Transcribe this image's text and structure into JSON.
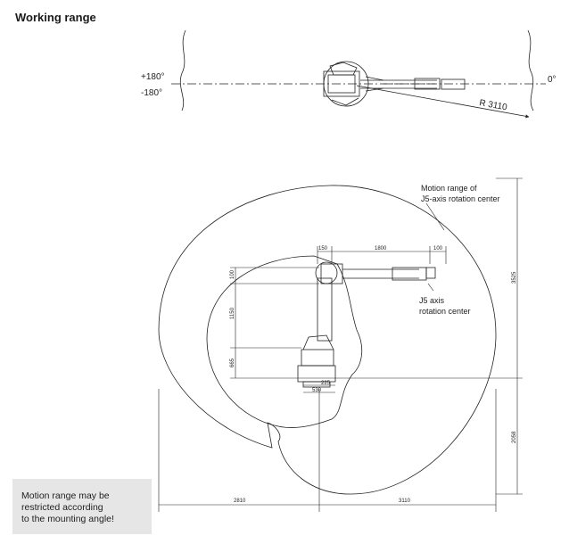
{
  "title": "Working range",
  "top_view": {
    "plus_angle": "+180°",
    "minus_angle": "-180°",
    "zero_angle": "0°",
    "radius_label": "R 3110"
  },
  "side_view": {
    "motion_range_label": "Motion range of\nJ5-axis rotation center",
    "j5_label": "J5 axis\nrotation center",
    "dims": {
      "top_offset": "150",
      "arm_length": "1800",
      "wrist": "100",
      "height_total": "3525",
      "upper_offset": "100",
      "middle": "1150",
      "base_height": "665",
      "below_base": "2058",
      "base_small": "225",
      "base_width": "530",
      "left_reach": "2810",
      "right_reach": "3110"
    }
  },
  "note": "Motion range may be\nrestricted according\nto the mounting angle!"
}
